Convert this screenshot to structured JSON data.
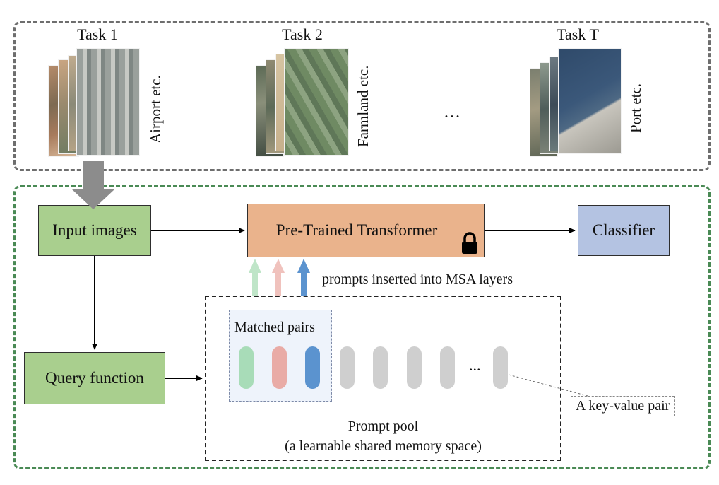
{
  "tasks": [
    {
      "title": "Task 1",
      "label": "Airport etc."
    },
    {
      "title": "Task 2",
      "label": "Farmland etc."
    },
    {
      "title": "Task T",
      "label": "Port etc."
    }
  ],
  "ellipsis": "…",
  "boxes": {
    "input": "Input images",
    "transformer": "Pre-Trained Transformer",
    "classifier": "Classifier",
    "query": "Query function"
  },
  "prompts_note": "prompts inserted into MSA layers",
  "matched_pairs": "Matched pairs",
  "pool_ellipsis": "...",
  "key_value_pair": "A key-value pair",
  "prompt_pool": {
    "title": "Prompt pool",
    "subtitle": "(a learnable shared memory space)"
  },
  "colors": {
    "green_box": "#a9cf8e",
    "orange_box": "#eab38c",
    "blue_box": "#b4c3e2",
    "prompt_green": "#a8dcb8",
    "prompt_red": "#e9aba6",
    "prompt_blue": "#5b93cf",
    "prompt_gray": "#cfcfcf"
  }
}
